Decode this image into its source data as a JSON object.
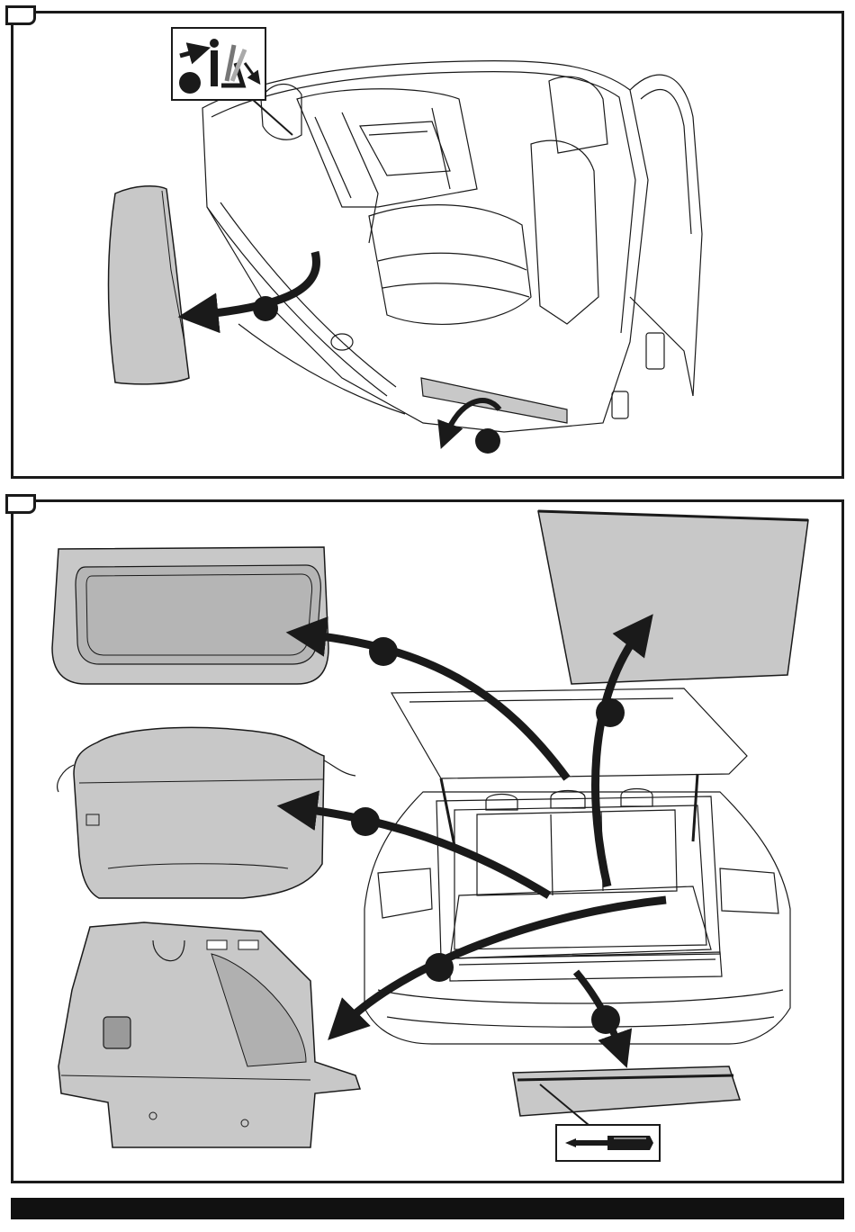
{
  "panels": [
    {
      "id": "top",
      "icon": "seat-fold-icon",
      "steps": [
        {
          "id": "remove-side-trim",
          "icon": "step-dot-icon"
        },
        {
          "id": "remove-sill-trim",
          "icon": "step-dot-icon"
        }
      ]
    },
    {
      "id": "bottom",
      "icon": "screwdriver-icon",
      "steps": [
        {
          "id": "remove-parcel-shelf",
          "icon": "step-dot-icon"
        },
        {
          "id": "remove-tailgate-panel",
          "icon": "step-dot-icon"
        },
        {
          "id": "remove-floor-cover",
          "icon": "step-dot-icon"
        },
        {
          "id": "remove-side-trim",
          "icon": "step-dot-icon"
        },
        {
          "id": "remove-sill-trim",
          "icon": "step-dot-icon"
        }
      ]
    }
  ],
  "colors": {
    "line": "#1a1a1a",
    "part_fill": "#c8c8c8",
    "part_fill_dark": "#a9a9a9",
    "footer": "#111111"
  }
}
